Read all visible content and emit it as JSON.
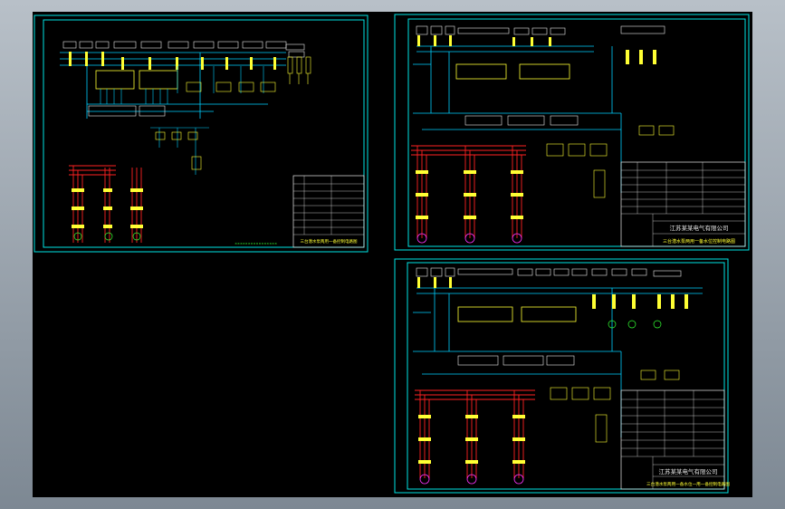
{
  "sheets": [
    {
      "title_block": "三台潜水泵两用一备控制电路图",
      "footer_note": "××××××××××××××××"
    },
    {
      "company": "江苏某某电气有限公司",
      "title_block": "三台潜水泵两用一备水位控制电路图"
    },
    {
      "company": "江苏某某电气有限公司",
      "title_block": "三台潜水泵两用一备水位一用一备控制电路图"
    }
  ],
  "colors": {
    "border": "#00e5e5",
    "wire": "#00d0ff",
    "component": "#ffff33",
    "power": "#ff2222",
    "label": "#e8e8e8",
    "ground": "#33ff33",
    "magenta": "#ff33ff"
  }
}
